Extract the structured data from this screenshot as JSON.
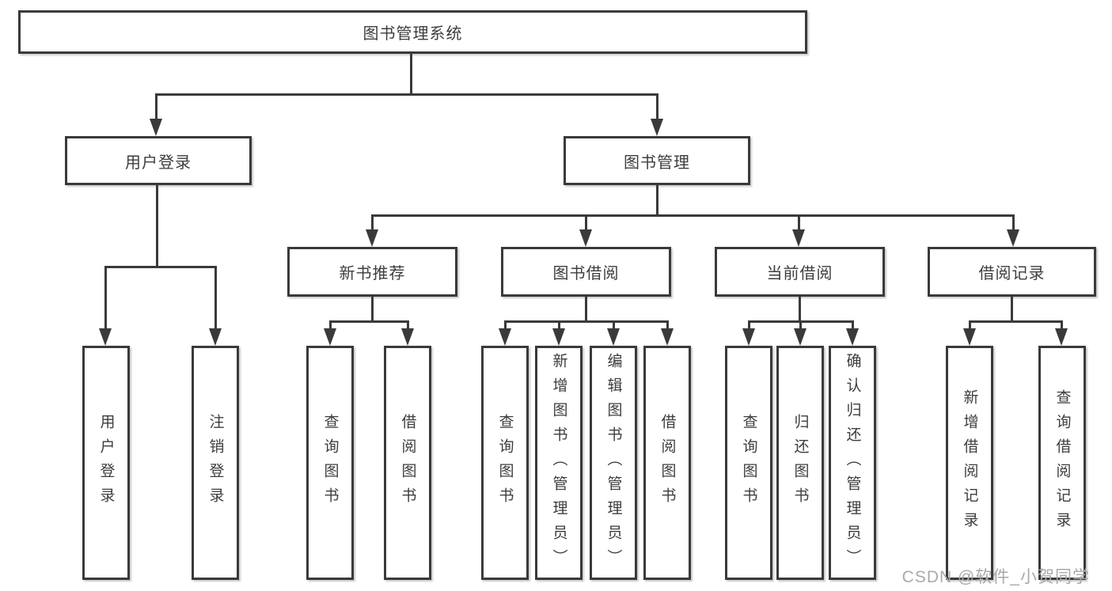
{
  "diagram": {
    "type": "tree",
    "root": {
      "label": "图书管理系统"
    },
    "branches": [
      {
        "label": "用户登录",
        "parent": "图书管理系统"
      },
      {
        "label": "图书管理",
        "parent": "图书管理系统"
      }
    ],
    "modules": [
      {
        "label": "新书推荐",
        "parent": "图书管理"
      },
      {
        "label": "图书借阅",
        "parent": "图书管理"
      },
      {
        "label": "当前借阅",
        "parent": "图书管理"
      },
      {
        "label": "借阅记录",
        "parent": "图书管理"
      }
    ],
    "leaves": [
      {
        "label": "用户登录",
        "parent": "用户登录"
      },
      {
        "label": "注销登录",
        "parent": "用户登录"
      },
      {
        "label": "查询图书",
        "parent": "新书推荐"
      },
      {
        "label": "借阅图书",
        "parent": "新书推荐"
      },
      {
        "label": "查询图书",
        "parent": "图书借阅"
      },
      {
        "label": "新增图书（管理员）",
        "parent": "图书借阅"
      },
      {
        "label": "编辑图书（管理员）",
        "parent": "图书借阅"
      },
      {
        "label": "借阅图书",
        "parent": "图书借阅"
      },
      {
        "label": "查询图书",
        "parent": "当前借阅"
      },
      {
        "label": "归还图书",
        "parent": "当前借阅"
      },
      {
        "label": "确认归还（管理员）",
        "parent": "当前借阅"
      },
      {
        "label": "新增借阅记录",
        "parent": "借阅记录"
      },
      {
        "label": "查询借阅记录",
        "parent": "借阅记录"
      }
    ]
  },
  "watermark": {
    "text": "CSDN @软件_小贺同学"
  },
  "colors": {
    "line": "#3a3a3a",
    "text": "#3d3d3d",
    "box_background": "#ffffff",
    "watermark": "#a9a9a9"
  }
}
